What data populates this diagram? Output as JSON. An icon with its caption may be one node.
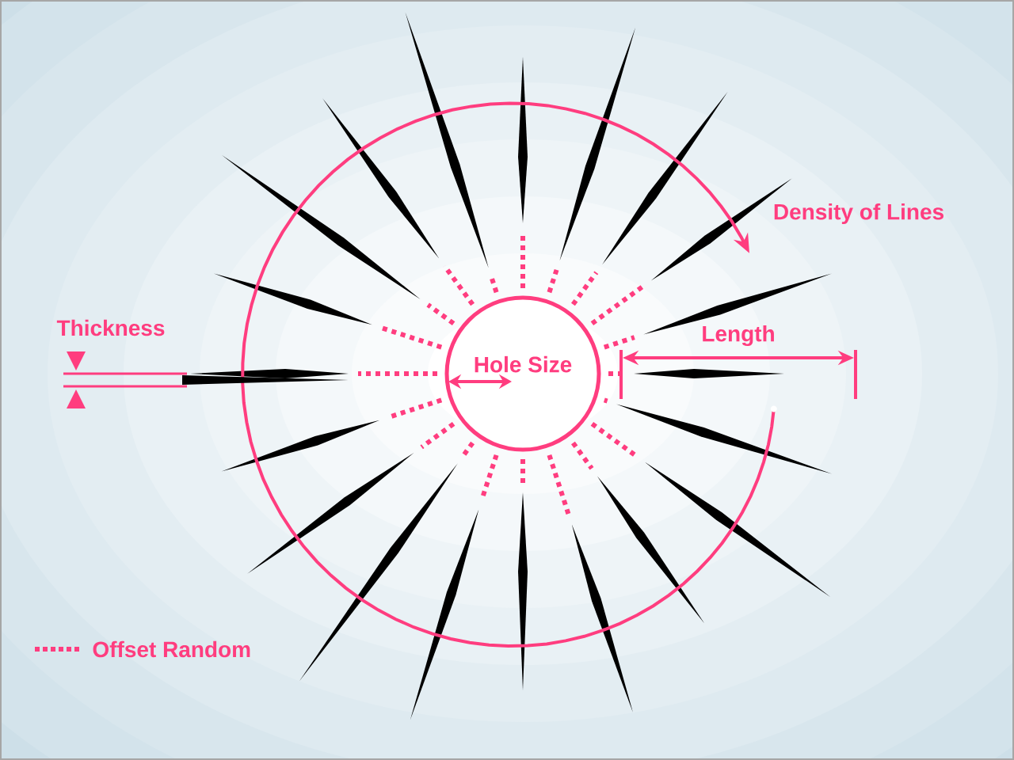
{
  "diagram": {
    "nodes": [
      {
        "text": [
          "Hole Size"
        ]
      }
    ],
    "labels": [
      "Density of Lines",
      "Thickness",
      "Length"
    ],
    "legend": [
      {
        "text": "Offset Random"
      }
    ]
  }
}
